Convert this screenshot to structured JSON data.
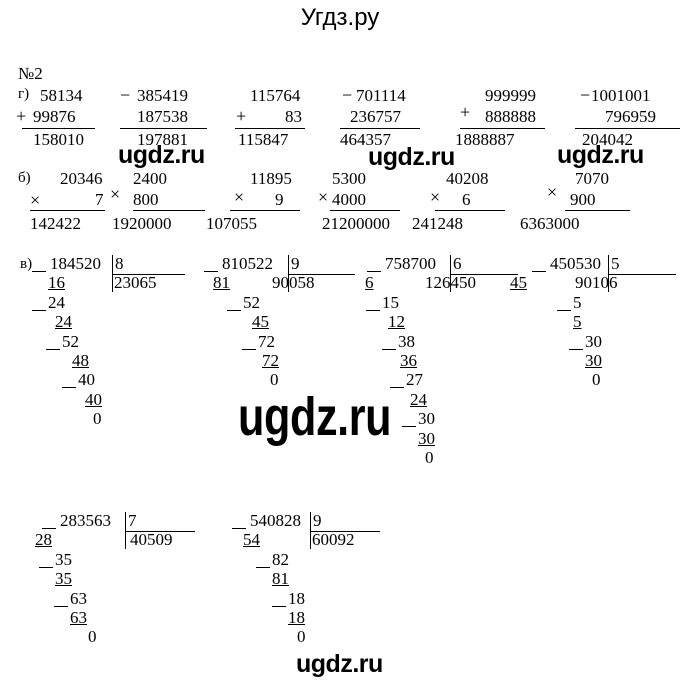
{
  "header": {
    "title": "Угдз.ру"
  },
  "task": {
    "number": "№2",
    "labels": {
      "a": "г)",
      "b": "б)",
      "v": "в)"
    }
  },
  "watermark": "ugdz.ru",
  "part_a": [
    {
      "op": "+",
      "top": "58134",
      "bottom": "99876",
      "result": "158010"
    },
    {
      "op": "−",
      "top": "385419",
      "bottom": "187538",
      "result": "197881"
    },
    {
      "op": "+",
      "top": "115764",
      "bottom": "83",
      "result": "115847"
    },
    {
      "op": "−",
      "top": "701114",
      "bottom": "236757",
      "result": "464357"
    },
    {
      "op": "+",
      "top": "999999",
      "bottom": "888888",
      "result": "1888887"
    },
    {
      "op": "−",
      "top": "1001001",
      "bottom": "796959",
      "result": "204042"
    }
  ],
  "part_b": [
    {
      "op": "×",
      "top": "20346",
      "bottom": "7",
      "result": "142422"
    },
    {
      "op": "×",
      "top": "2400",
      "bottom": "800",
      "result": "1920000"
    },
    {
      "op": "×",
      "top": "11895",
      "bottom": "9",
      "result": "107055"
    },
    {
      "op": "×",
      "top": "5300",
      "bottom": "4000",
      "result": "21200000"
    },
    {
      "op": "×",
      "top": "40208",
      "bottom": "6",
      "result": "241248"
    },
    {
      "op": "×",
      "top": "7070",
      "bottom": "900",
      "result": "6363000"
    }
  ],
  "part_v": [
    {
      "dividend": "184520",
      "divisor": "8",
      "quotient": "23065",
      "steps": [
        "16",
        "24",
        "24",
        "52",
        "48",
        "40",
        "40",
        "0"
      ]
    },
    {
      "dividend": "810522",
      "divisor": "9",
      "quotient": "90058",
      "steps": [
        "81",
        "52",
        "45",
        "72",
        "72",
        "0"
      ]
    },
    {
      "dividend": "758700",
      "divisor": "6",
      "quotient": "126450",
      "steps": [
        "6",
        "15",
        "12",
        "38",
        "36",
        "27",
        "24",
        "30",
        "30",
        "0"
      ]
    },
    {
      "dividend": "450530",
      "divisor": "5",
      "quotient": "90106",
      "steps": [
        "45",
        "5",
        "5",
        "30",
        "30",
        "0"
      ]
    },
    {
      "dividend": "283563",
      "divisor": "7",
      "quotient": "40509",
      "steps": [
        "28",
        "35",
        "35",
        "63",
        "63",
        "0"
      ]
    },
    {
      "dividend": "540828",
      "divisor": "9",
      "quotient": "60092",
      "steps": [
        "54",
        "82",
        "81",
        "18",
        "18",
        "0"
      ]
    }
  ]
}
